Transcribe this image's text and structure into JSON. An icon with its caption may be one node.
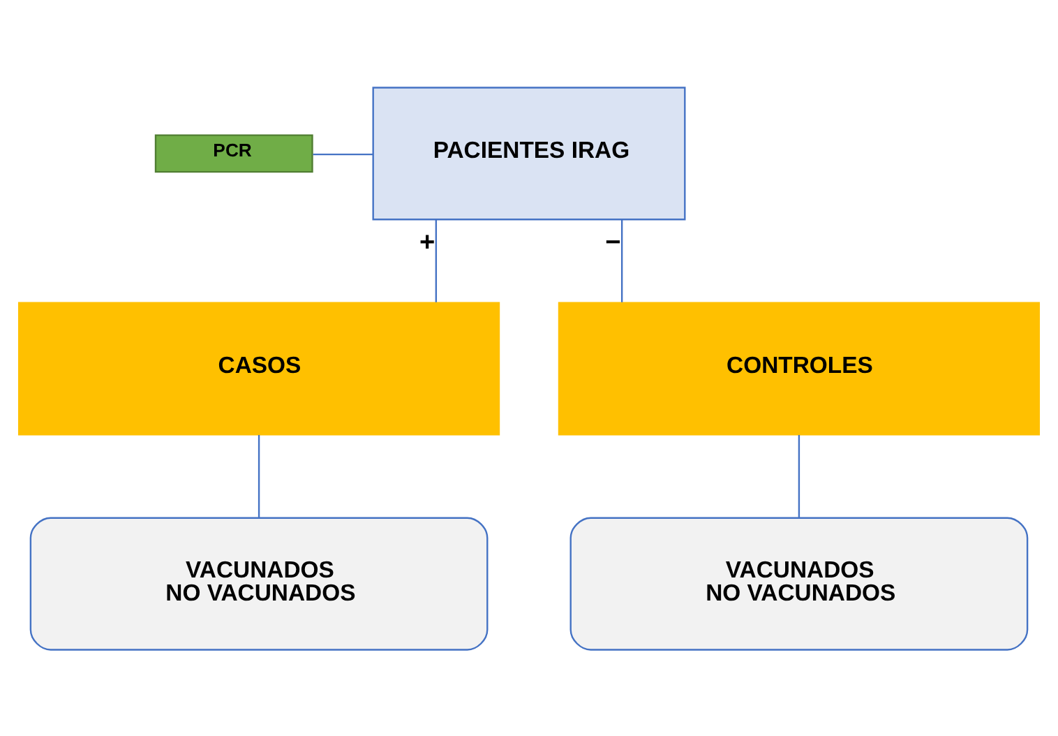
{
  "diagram": {
    "nodes": [
      {
        "text": [
          "PACIENTES IRAG"
        ]
      },
      {
        "text": [
          "PCR"
        ]
      },
      {
        "text": [
          "CASOS"
        ]
      },
      {
        "text": [
          "CONTROLES"
        ]
      },
      {
        "text": [
          "VACUNADOS",
          "NO VACUNADOS"
        ]
      },
      {
        "text": [
          "VACUNADOS",
          "NO VACUNADOS"
        ]
      }
    ],
    "edges": [
      {
        "from": 1,
        "to": 0,
        "arrow": "none"
      },
      {
        "from": 0,
        "to": 2,
        "arrow": "none",
        "label": "+"
      },
      {
        "from": 0,
        "to": 3,
        "arrow": "none",
        "label": "−"
      },
      {
        "from": 2,
        "to": 4,
        "arrow": "none"
      },
      {
        "from": 3,
        "to": 5,
        "arrow": "none"
      }
    ]
  }
}
